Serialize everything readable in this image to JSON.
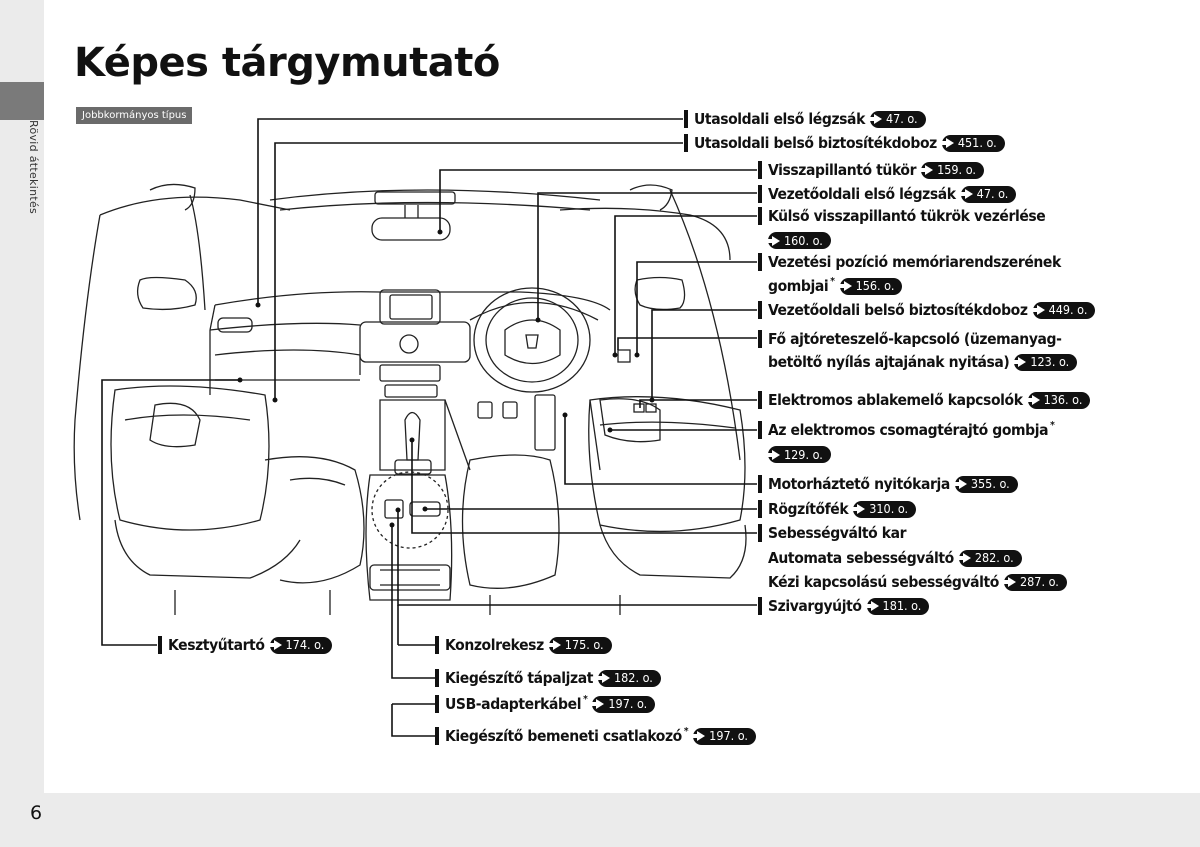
{
  "page": {
    "title": "Képes tárgymutató",
    "side_tab": "Rövid áttekintés",
    "type_tag": "Jobbkormányos típus",
    "page_number": "6"
  },
  "labels": {
    "passenger_front_airbag": {
      "text": "Utasoldali első légzsák",
      "ref": "47. o."
    },
    "passenger_fuse_box": {
      "text": "Utasoldali belső biztosítékdoboz",
      "ref": "451. o."
    },
    "rearview_mirror": {
      "text": "Visszapillantó tükör",
      "ref": "159. o."
    },
    "driver_front_airbag": {
      "text": "Vezetőoldali első légzsák",
      "ref": "47. o."
    },
    "door_mirror_controls": {
      "text": "Külső visszapillantó tükrök vezérlése",
      "ref": "160. o."
    },
    "memory_buttons": {
      "line1": "Vezetési pozíció memóriarendszerének",
      "line2": "gombjai",
      "star": "*",
      "ref": "156. o."
    },
    "driver_fuse_box": {
      "text": "Vezetőoldali belső biztosítékdoboz",
      "ref": "449. o."
    },
    "master_door_lock": {
      "line1": "Fő ajtóreteszelő-kapcsoló (üzemanyag-",
      "line2": "betöltő nyílás ajtajának nyitása)",
      "ref": "123. o."
    },
    "power_window_switches": {
      "text": "Elektromos ablakemelő kapcsolók",
      "ref": "136. o."
    },
    "power_tailgate_button": {
      "text": "Az elektromos csomagtérajtó gombja",
      "star": "*",
      "ref": "129. o."
    },
    "hood_release": {
      "text": "Motorháztető nyitókarja",
      "ref": "355. o."
    },
    "parking_brake": {
      "text": "Rögzítőfék",
      "ref": "310. o."
    },
    "gear_lever": {
      "text": "Sebességváltó kar"
    },
    "automatic_transmission": {
      "text": "Automata sebességváltó",
      "ref": "282. o."
    },
    "manual_transmission": {
      "text": "Kézi kapcsolású sebességváltó",
      "ref": "287. o."
    },
    "cigarette_lighter": {
      "text": "Szivargyújtó",
      "ref": "181. o."
    },
    "glove_box": {
      "text": "Kesztyűtartó",
      "ref": "174. o."
    },
    "console_box": {
      "text": "Konzolrekesz",
      "ref": "175. o."
    },
    "accessory_power": {
      "text": "Kiegészítő tápaljzat",
      "ref": "182. o."
    },
    "usb_cable": {
      "text": "USB-adapterkábel",
      "star": "*",
      "ref": "197. o."
    },
    "aux_jack": {
      "text": "Kiegészítő bemeneti csatlakozó",
      "star": "*",
      "ref": "197. o."
    }
  }
}
